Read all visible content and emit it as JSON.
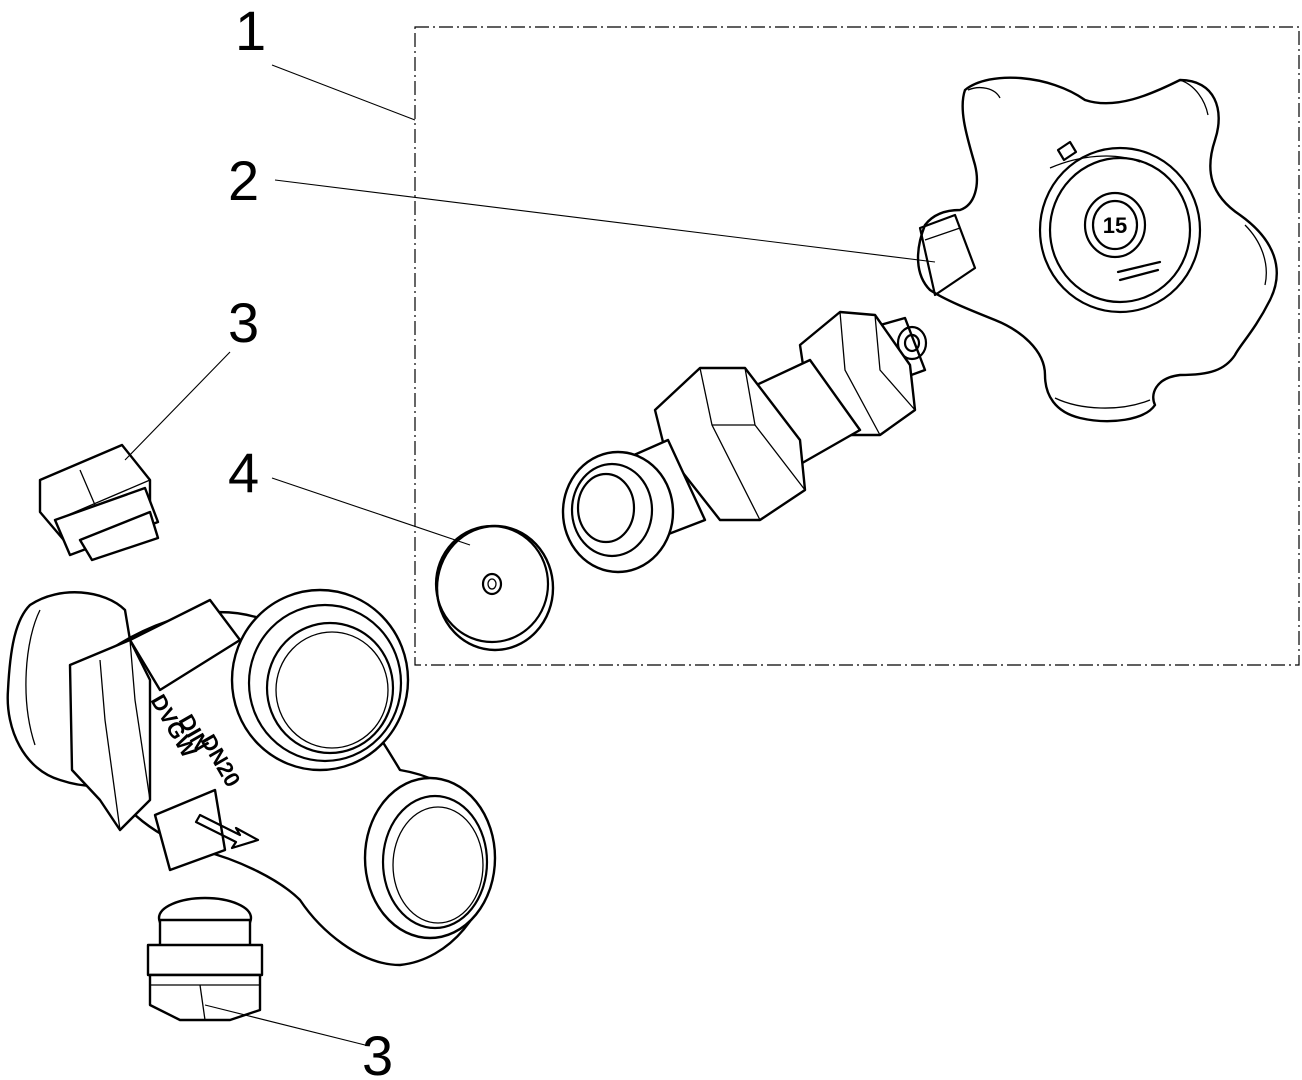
{
  "callouts": {
    "c1": "1",
    "c2": "2",
    "c3_top": "3",
    "c4": "4",
    "c3_bottom": "3"
  },
  "markings": {
    "handwheel_logo": "15",
    "body_line1": "DN20",
    "body_line2": "DIN",
    "body_line3": "DVGW"
  }
}
